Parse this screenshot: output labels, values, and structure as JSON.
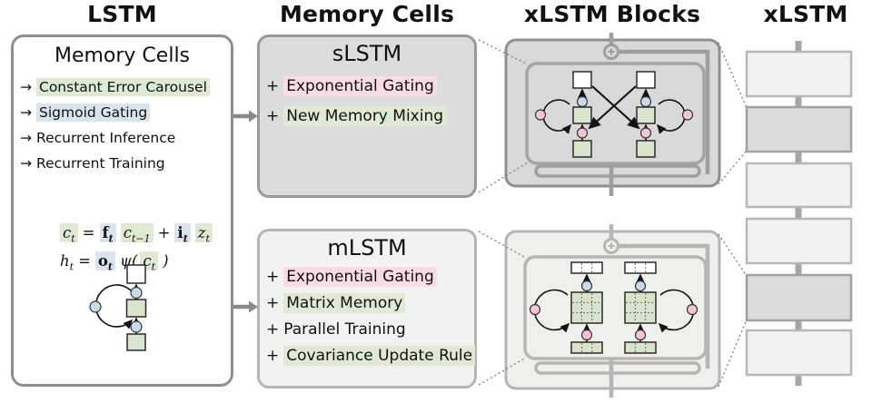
{
  "headers": {
    "lstm": "LSTM",
    "memory_cells": "Memory Cells",
    "xlstm_blocks": "xLSTM Blocks",
    "xlstm": "xLSTM"
  },
  "lstm_panel": {
    "title": "Memory Cells",
    "bullet_prefix": "→",
    "items": [
      {
        "text": "Constant Error Carousel",
        "highlight": "green"
      },
      {
        "text": "Sigmoid Gating",
        "highlight": "blue"
      },
      {
        "text": "Recurrent Inference",
        "highlight": "none"
      },
      {
        "text": "Recurrent Training",
        "highlight": "none"
      }
    ],
    "equation1": {
      "lhs": "c",
      "lhs_sub": "t",
      "equals": "=",
      "forget": "f",
      "forget_sub": "t",
      "cprev": "c",
      "cprev_sub": "t−1",
      "plus": "+",
      "input": "i",
      "input_sub": "t",
      "z": "z",
      "z_sub": "t"
    },
    "equation2": {
      "lhs": "h",
      "lhs_sub": "t",
      "equals": "=",
      "output": "o",
      "output_sub": "t",
      "psi": "ψ(",
      "c": "c",
      "c_sub": "t",
      "close": ")"
    }
  },
  "slstm_box": {
    "title": "sLSTM",
    "bullet_prefix": "+",
    "items": [
      {
        "text": "Exponential Gating",
        "highlight": "pink"
      },
      {
        "text": "New Memory Mixing",
        "highlight": "green"
      }
    ]
  },
  "mlstm_box": {
    "title": "mLSTM",
    "bullet_prefix": "+",
    "items": [
      {
        "text": "Exponential Gating",
        "highlight": "pink"
      },
      {
        "text": "Matrix Memory",
        "highlight": "green"
      },
      {
        "text": "Parallel Training",
        "highlight": "none"
      },
      {
        "text": "Covariance Update Rule",
        "highlight": "green"
      }
    ]
  },
  "xlstm_stack": {
    "blocks": [
      "light",
      "gray",
      "light",
      "light",
      "gray",
      "light"
    ]
  },
  "colors": {
    "highlight_green": "#dfead4",
    "highlight_blue": "#dbe3ee",
    "highlight_pink": "#fbdbe6",
    "cell_green": "#d8e5cc",
    "node_blue": "#c7dbea",
    "node_pink": "#f6c4d4",
    "panel_gray": "#dcdcdc",
    "panel_light": "#f2f2f0",
    "wire_gray": "#9e9e9e",
    "wire_light": "#b5b5b5",
    "border_gray": "#8e8e8e"
  }
}
